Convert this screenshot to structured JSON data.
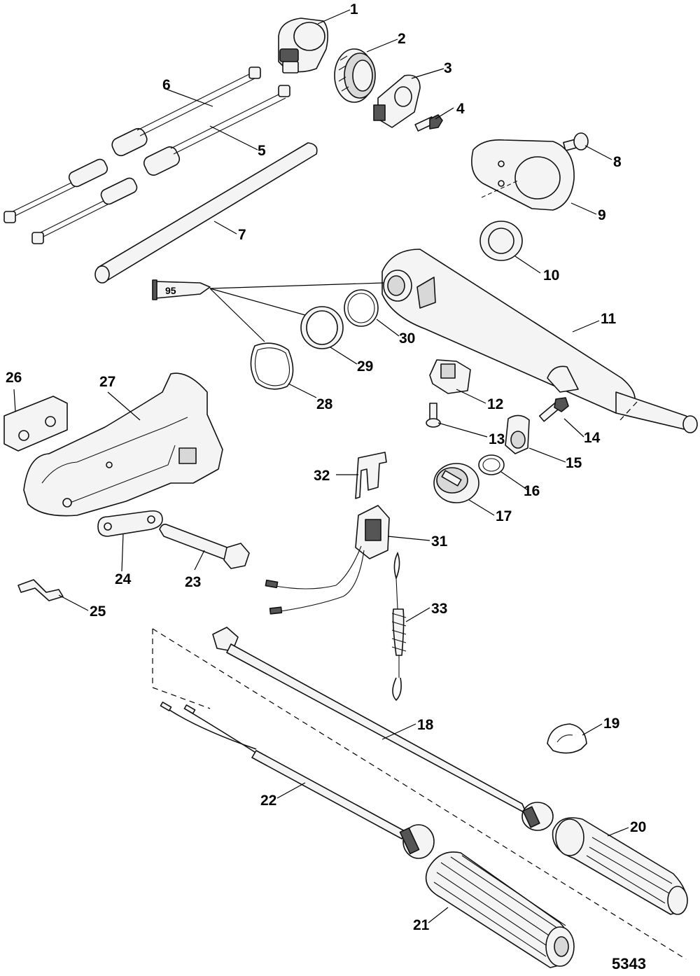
{
  "figure_number": "5343",
  "sealant_tube_label": "95",
  "callouts": [
    "1",
    "2",
    "3",
    "4",
    "5",
    "6",
    "7",
    "8",
    "9",
    "10",
    "11",
    "12",
    "13",
    "14",
    "15",
    "16",
    "17",
    "18",
    "19",
    "20",
    "21",
    "22",
    "23",
    "24",
    "25",
    "26",
    "27",
    "28",
    "29",
    "30",
    "31",
    "32",
    "33"
  ]
}
